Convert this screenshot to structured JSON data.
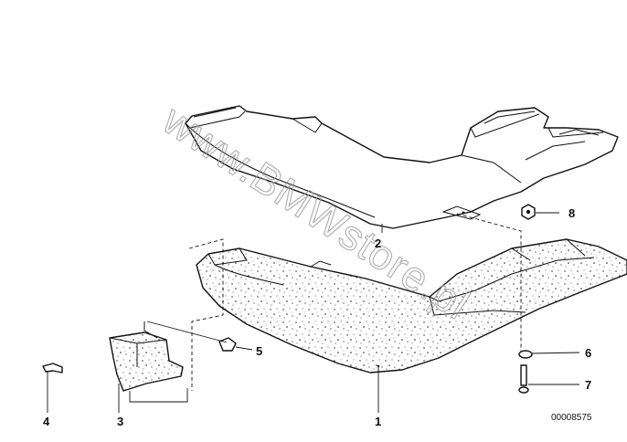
{
  "diagram_number": "00008575",
  "watermark": "www.BMWstore.pl",
  "callouts": [
    {
      "id": "1",
      "label": "1"
    },
    {
      "id": "2",
      "label": "2"
    },
    {
      "id": "3",
      "label": "3"
    },
    {
      "id": "4",
      "label": "4"
    },
    {
      "id": "5",
      "label": "5"
    },
    {
      "id": "6",
      "label": "6"
    },
    {
      "id": "7",
      "label": "7"
    },
    {
      "id": "8",
      "label": "8"
    }
  ]
}
